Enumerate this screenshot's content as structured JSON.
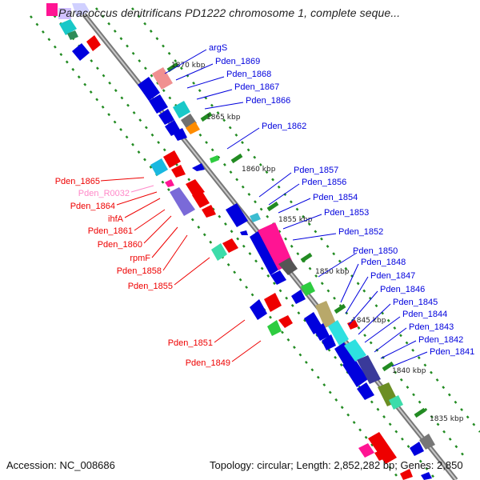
{
  "title": "Paracoccus denitrificans PD1222 chromosome 1, complete seque...",
  "footer": {
    "accession": "Accession: NC_008686",
    "topology": "Topology: circular; Length: 2,852,282 bp; Genes: 2,850"
  },
  "colors": {
    "forward_gene": "#0000dd",
    "reverse_gene": "#ee0000",
    "rna": "#ff66cc",
    "backbone": "#999999",
    "track_dots": "#228b22"
  },
  "ticks": [
    "1870 kbp",
    "1865 kbp",
    "1860 kbp",
    "1855 kbp",
    "1850 kbp",
    "1845 kbp",
    "1840 kbp",
    "1835 kbp"
  ],
  "forward_labels": [
    "argS",
    "Pden_1869",
    "Pden_1868",
    "Pden_1867",
    "Pden_1866",
    "Pden_1862",
    "Pden_1857",
    "Pden_1856",
    "Pden_1854",
    "Pden_1853",
    "Pden_1852",
    "Pden_1850",
    "Pden_1848",
    "Pden_1847",
    "Pden_1846",
    "Pden_1845",
    "Pden_1844",
    "Pden_1843",
    "Pden_1842",
    "Pden_1841"
  ],
  "reverse_labels": [
    "Pden_1865",
    "Pden_R0032",
    "Pden_1864",
    "ihfA",
    "Pden_1861",
    "Pden_1860",
    "rpmF",
    "Pden_1858",
    "Pden_1855",
    "Pden_1851",
    "Pden_1849"
  ]
}
